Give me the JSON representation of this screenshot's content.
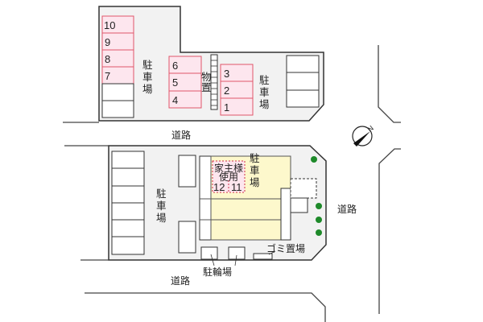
{
  "colors": {
    "lot_fill": "#f2f2f2",
    "reserved_slot_fill": "#fde6ee",
    "reserved_slot_stroke": "#e0566a",
    "building_fill": "#fdf8cc",
    "tree": "#1e8a2a"
  },
  "labels": {
    "road_middle": "道路",
    "road_right": "道路",
    "road_bottom": "道路",
    "parking_upper_left": [
      "駐",
      "車",
      "場"
    ],
    "parking_upper_right": [
      "駐",
      "車",
      "場"
    ],
    "parking_lower_left": [
      "駐",
      "車",
      "場"
    ],
    "parking_building": [
      "駐",
      "車",
      "場"
    ],
    "storage": [
      "物",
      "置"
    ],
    "bicycle_parking": "駐輪場",
    "garbage": "ゴミ置場",
    "owner_use_line1": "家主様",
    "owner_use_line2": "使用",
    "compass_letter": "N"
  },
  "slots": {
    "left_column": [
      "10",
      "9",
      "8",
      "7",
      "",
      ""
    ],
    "middle_column": [
      "6",
      "5",
      "4"
    ],
    "right_column": [
      "3",
      "2",
      "1"
    ],
    "owner_slots": [
      "12",
      "11"
    ]
  }
}
